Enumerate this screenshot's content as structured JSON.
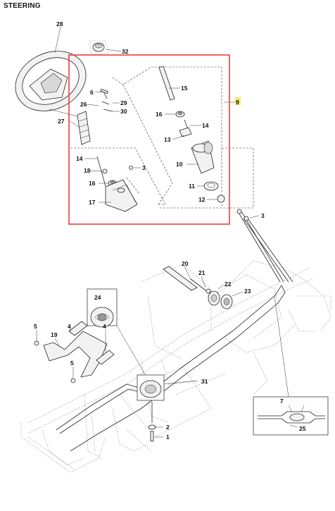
{
  "page_title": "STEERING",
  "highlight_color": "#e8403a",
  "marker_color": "#f5e663",
  "callouts": {
    "c1": "1",
    "c2": "2",
    "c3a": "3",
    "c3b": "3",
    "c4a": "4",
    "c4b": "4",
    "c5a": "5",
    "c5b": "5",
    "c6": "6",
    "c7": "7",
    "c9": "9",
    "c10": "10",
    "c11": "11",
    "c12": "12",
    "c13": "13",
    "c14a": "14",
    "c14b": "14",
    "c15": "15",
    "c16a": "16",
    "c16b": "16",
    "c17": "17",
    "c18": "18",
    "c19": "19",
    "c20": "20",
    "c21": "21",
    "c22": "22",
    "c23": "23",
    "c24": "24",
    "c25": "25",
    "c26": "26",
    "c27": "27",
    "c28": "28",
    "c29": "29",
    "c30": "30",
    "c31": "31",
    "c32": "32"
  }
}
